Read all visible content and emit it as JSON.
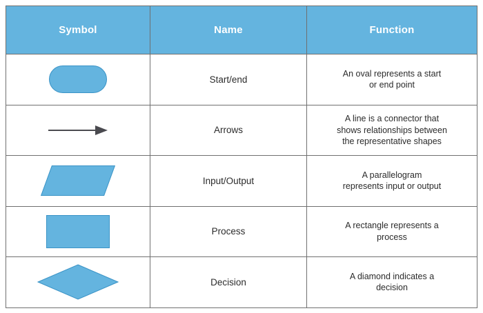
{
  "table": {
    "name": "flowchart-symbols-reference-table",
    "columns": [
      {
        "key": "symbol",
        "label": "Symbol"
      },
      {
        "key": "name",
        "label": "Name"
      },
      {
        "key": "function",
        "label": "Function"
      }
    ],
    "rows": [
      {
        "symbol_icon": "stadium-oval-shape",
        "name": "Start/end",
        "function": "An oval represents a start or end point",
        "function_lines": [
          "An oval represents a start",
          "or end point"
        ]
      },
      {
        "symbol_icon": "right-arrow-shape",
        "name": "Arrows",
        "function": "A line is a connector that shows relationships between the representative shapes",
        "function_lines": [
          "A line is a connector that",
          "shows relationships between",
          "the representative shapes"
        ]
      },
      {
        "symbol_icon": "parallelogram-shape",
        "name": "Input/Output",
        "function": "A parallelogram represents input or output",
        "function_lines": [
          "A parallelogram",
          "represents input or output"
        ]
      },
      {
        "symbol_icon": "rectangle-shape",
        "name": "Process",
        "function": "A rectangle represents a process",
        "function_lines": [
          "A rectangle represents a",
          "process"
        ]
      },
      {
        "symbol_icon": "diamond-shape",
        "name": "Decision",
        "function": "A diamond indicates a decision",
        "function_lines": [
          "A diamond indicates a",
          "decision"
        ]
      }
    ]
  },
  "colors": {
    "shape_fill": "#64b4df",
    "shape_stroke": "#3a93c6",
    "header_background": "#64b4df",
    "header_text": "#ffffff",
    "grid_line": "#6f6f6f",
    "body_text": "#2b2b2b",
    "arrow": "#4a4a4f",
    "page_background": "#ffffff"
  }
}
